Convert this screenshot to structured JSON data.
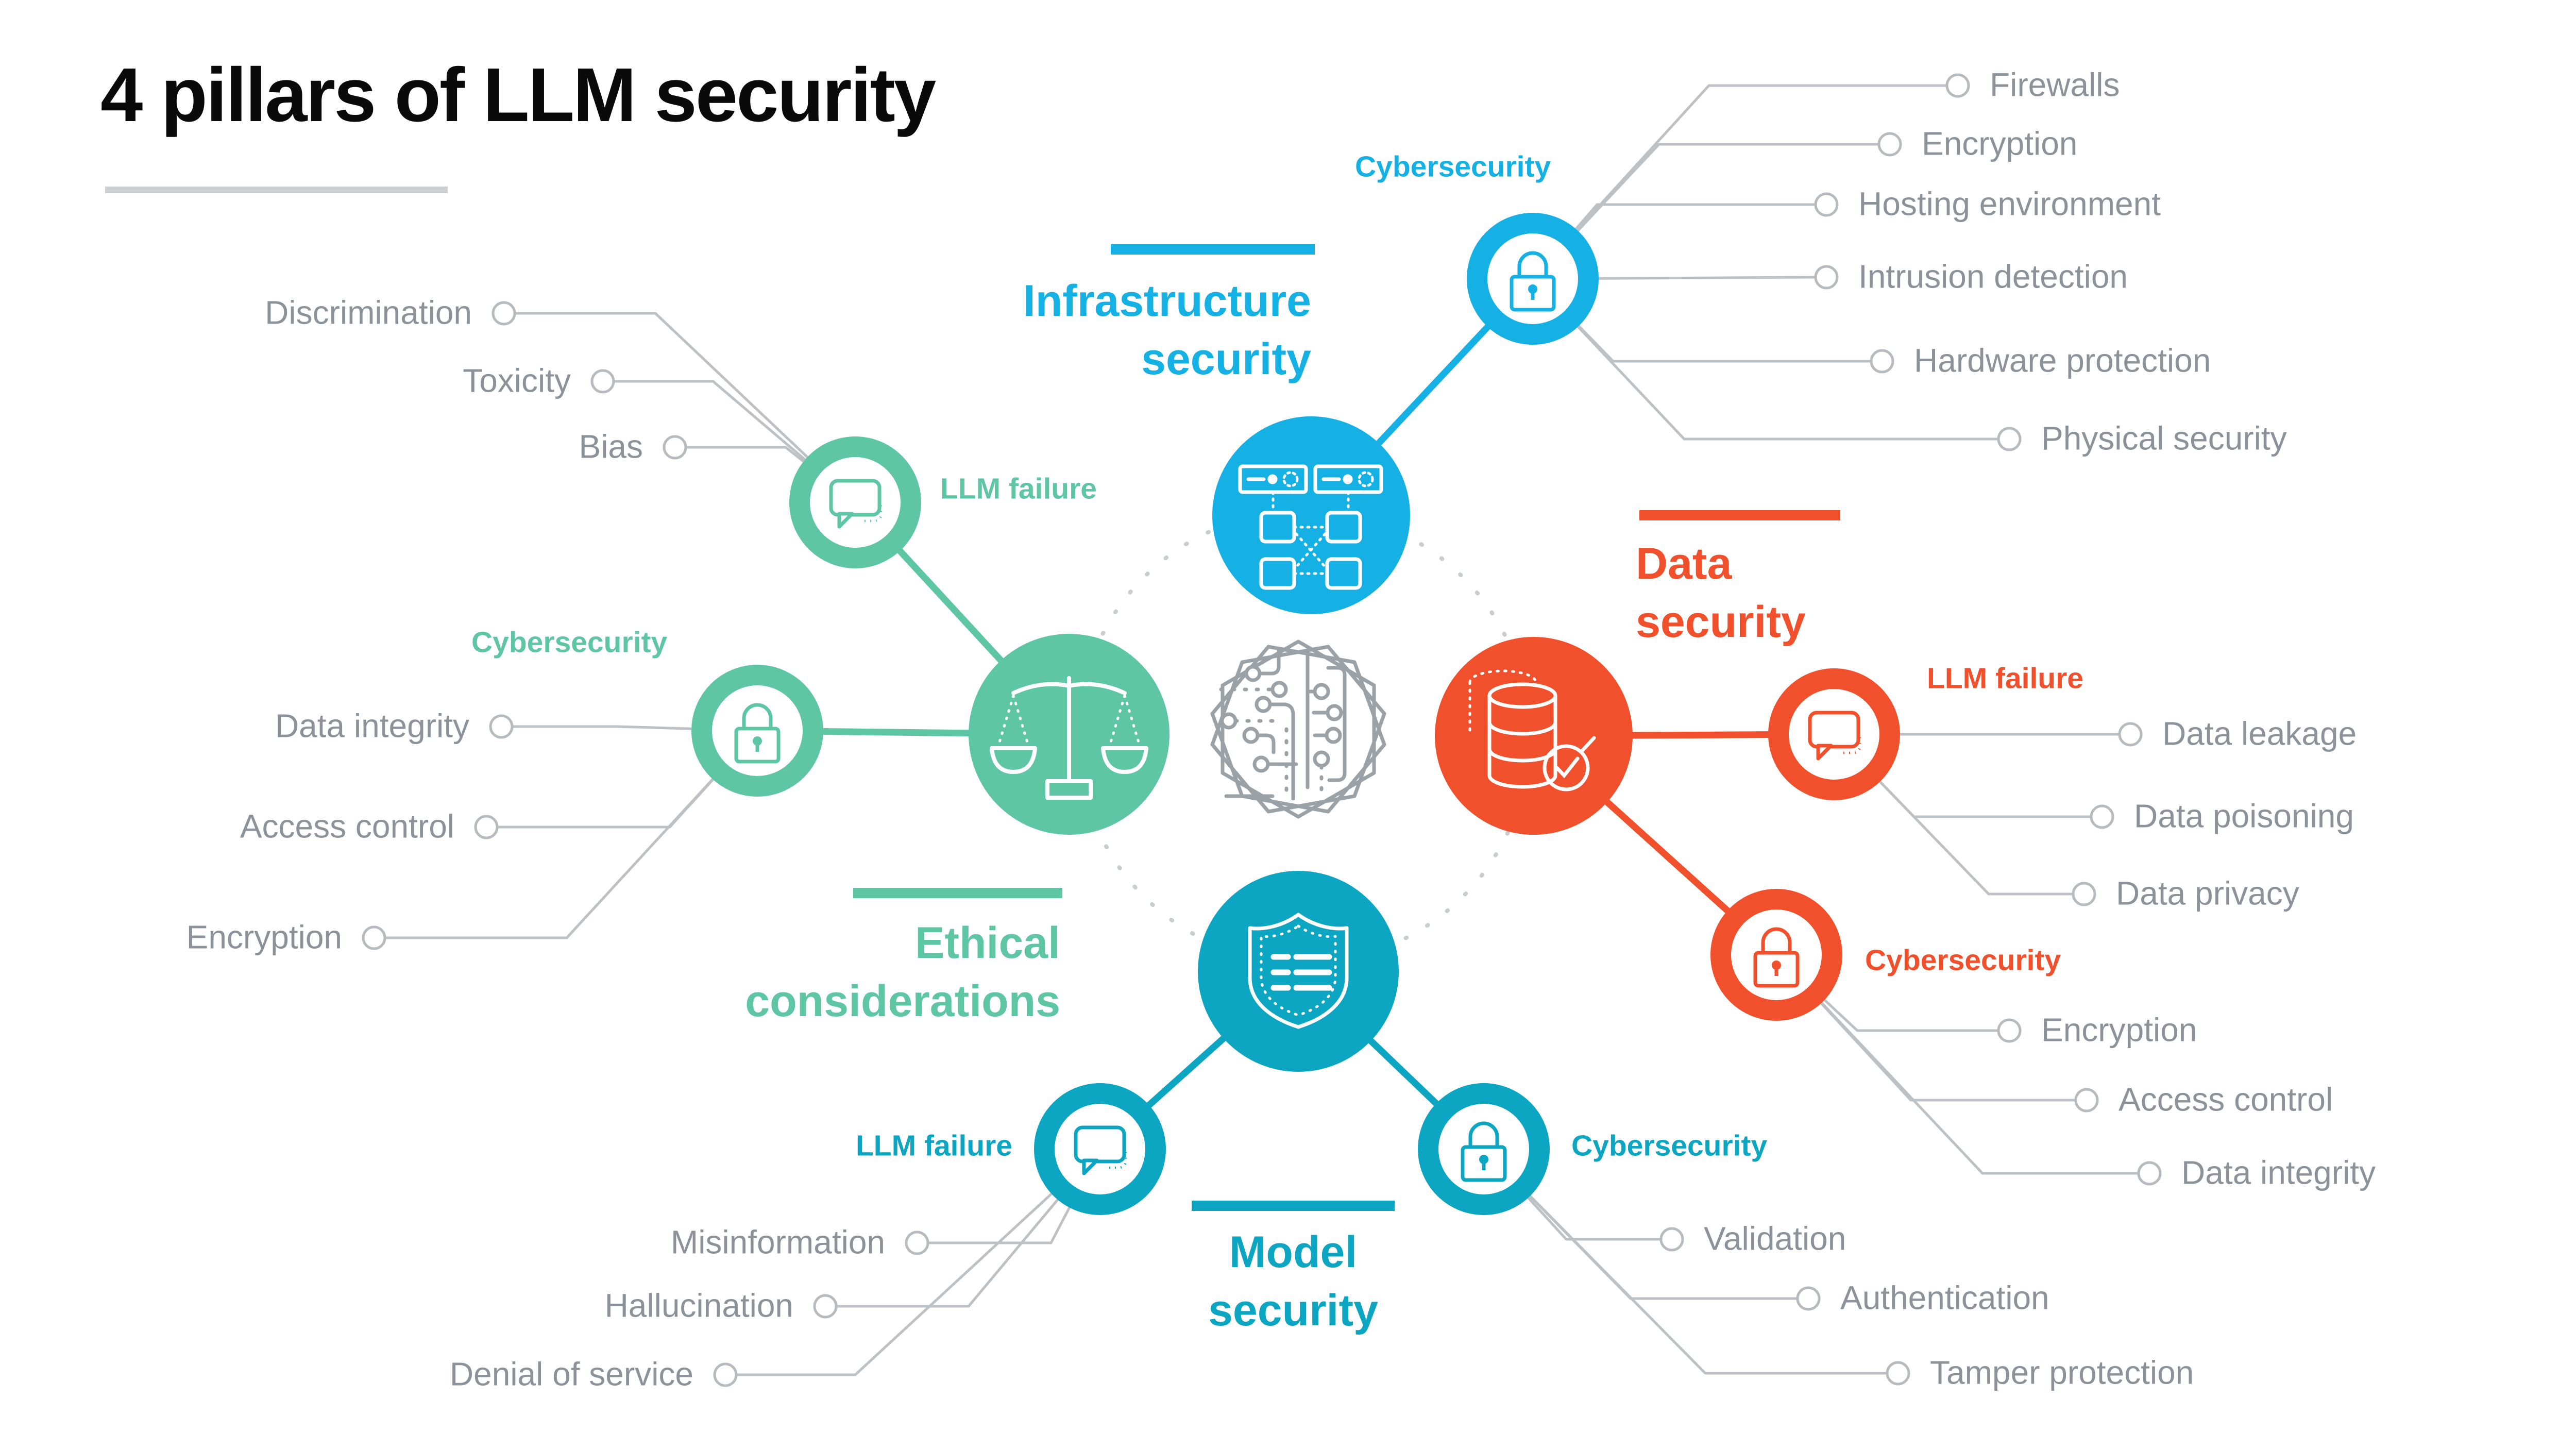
{
  "title": "4 pillars of LLM security",
  "colors": {
    "infrastructure": "#15B1E5",
    "data": "#F0502B",
    "model": "#0CA6C2",
    "ethical": "#5EC6A3",
    "item_text": "#8B9299",
    "connector": "#BCC1C5",
    "title_text": "#0A0A0A",
    "underline": "#CDD0D2"
  },
  "pillars": {
    "infrastructure": {
      "name": "Infrastructure security",
      "title_lines": [
        "Infrastructure",
        "security"
      ],
      "color": "#15B1E5",
      "branches": {
        "cybersecurity": {
          "label": "Cybersecurity",
          "icon": "lock-icon",
          "items": [
            "Firewalls",
            "Encryption",
            "Hosting environment",
            "Intrusion detection",
            "Hardware protection",
            "Physical security"
          ]
        }
      }
    },
    "data": {
      "name": "Data security",
      "title_lines": [
        "Data",
        "security"
      ],
      "color": "#F0502B",
      "branches": {
        "llm_failure": {
          "label": "LLM failure",
          "icon": "chat-icon",
          "items": [
            "Data leakage",
            "Data poisoning",
            "Data privacy"
          ]
        },
        "cybersecurity": {
          "label": "Cybersecurity",
          "icon": "lock-icon",
          "items": [
            "Encryption",
            "Access control",
            "Data integrity"
          ]
        }
      }
    },
    "model": {
      "name": "Model security",
      "title_lines": [
        "Model",
        "security"
      ],
      "color": "#0CA6C2",
      "branches": {
        "llm_failure": {
          "label": "LLM failure",
          "icon": "chat-icon",
          "items": [
            "Misinformation",
            "Hallucination",
            "Denial of service"
          ]
        },
        "cybersecurity": {
          "label": "Cybersecurity",
          "icon": "lock-icon",
          "items": [
            "Validation",
            "Authentication",
            "Tamper protection"
          ]
        }
      }
    },
    "ethical": {
      "name": "Ethical considerations",
      "title_lines": [
        "Ethical",
        "considerations"
      ],
      "color": "#5EC6A3",
      "branches": {
        "llm_failure": {
          "label": "LLM failure",
          "icon": "chat-icon",
          "items": [
            "Discrimination",
            "Toxicity",
            "Bias"
          ]
        },
        "cybersecurity": {
          "label": "Cybersecurity",
          "icon": "lock-icon",
          "items": [
            "Data integrity",
            "Access control",
            "Encryption"
          ]
        }
      }
    }
  }
}
